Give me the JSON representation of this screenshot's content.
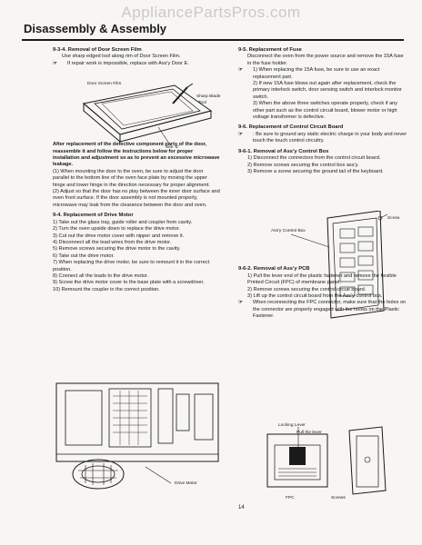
{
  "watermark": "AppliancePartsPros.com",
  "header": {
    "title": "Disassembly & Assembly"
  },
  "left": {
    "s1_title": "9-3-4. Removal of Door Screen Film",
    "s1_body": "Use sharp edged tool along rim of Door Screen Film.",
    "s1_note": "If repair work is impossible, replace with Ass'y Door E.",
    "fig1_label_a": "Door Screen Film",
    "fig1_label_b": "Sharp Blade",
    "fig1_label_c": "Tool",
    "fig1_label_d": "See 'E'",
    "warning": "After replacement of the defective component parts of the door, reassemble it and follow the instructions below for proper installation and adjustment so as to prevent an excessive microwave leakage.",
    "w1": "(1) When mounting the door to the oven, be sure to adjust the door parallel to the bottom line of the oven face plate by moving the upper hinge and lower hinge in the direction necessary for proper alignment.",
    "w2": "(2) Adjust so that the door has no play between the inner door surface and oven front surface. If the door assembly is not mounted properly, microwave may leak from the clearance between the door and oven.",
    "s2_title": "9-4. Replacement of Drive Motor",
    "s2_steps": [
      "1) Take out the glass tray, guide roller and coupler from cavity.",
      "2) Turn the oven upside down to replace the drive motor.",
      "3) Cut out the drive motor cover with nipper and remove it.",
      "4) Disconnect all the lead wires from the drive motor.",
      "5) Remove screws securing the drive motor to the cavity.",
      "6) Take out the drive motor.",
      "7) When replacing the drive motor, be sure to remount it in the correct position.",
      "8) Connect all the leads to the drive motor.",
      "9) Screw the drive motor cover to the base plate with a screwdriver.",
      "10) Remount the coupler in the correct position."
    ],
    "fig2_label": "Drive Motor"
  },
  "right": {
    "s3_title": "9-5. Replacement of Fuse",
    "s3_body": "Disconnect the oven from the power source and remove the 15A fuse in the fuse holder.",
    "s3_notes": [
      "1) When replacing the 15A fuse, be sure to use an exact replacement part.",
      "2) If new 15A fuse blows out again after replacement, check the primary interlock switch, door sensing switch and interlock monitor switch.",
      "3) When the above three switches operate properly, check if any other part such as the control circuit board, blower motor or high voltage transformer is defective."
    ],
    "s4_title": "9-6. Replacement of Control Circuit Board",
    "s4_note": ": Be sure to ground any static electric charge in your body and never touch the touch control circuitry.",
    "s5_title": "9-6-1. Removal of Ass'y Control Box",
    "s5_steps": [
      "1) Disconnect the connectors from the control circuit board.",
      "2) Remove screws securing the control box ass'y.",
      "3) Remove a screw securing the ground tail of the keyboard."
    ],
    "fig3_label_a": "Screw",
    "fig3_label_b": "Ass'y Control Box",
    "s6_title": "9-6-2. Removal of Ass'y PCB",
    "s6_steps": [
      "1) Pull the lever end of the plastic fastener and remove the flexible Printed Circuit (FPC) of membrane panel.",
      "2) Remove screws securing the control circuit board.",
      "3) Lift up the control circuit board from the Ass'y control box."
    ],
    "s6_note": "When reconnecting the FPC connector, make sure that the holes on the connector are properly engaged with the hooks on the Plastic Fastener.",
    "fig4_label_a": "Locking Lever",
    "fig4_label_b": "Pull the lever",
    "fig4_label_c": "FPC",
    "fig4_label_d": "Screws"
  },
  "footer": {
    "page_number": "14"
  },
  "icons": {
    "note_arrow": "note-arrow-icon"
  }
}
